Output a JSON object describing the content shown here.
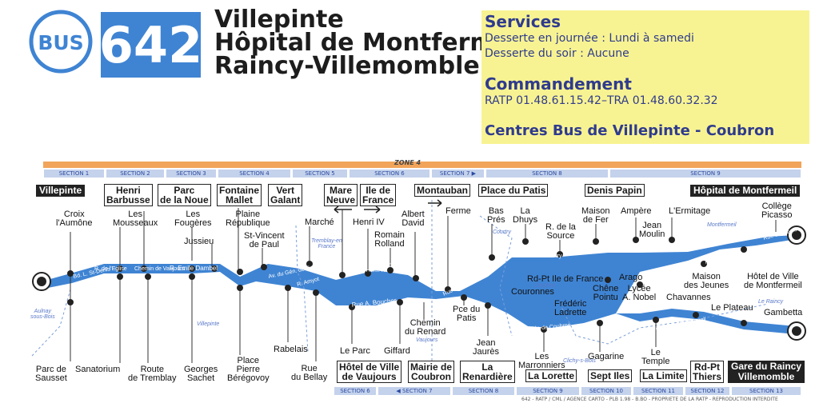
{
  "logo": "BUS",
  "line_number": "642",
  "destinations": [
    "Villepinte",
    "Hôpital de Montfermeil",
    "Raincy-Villemomble"
  ],
  "services": {
    "title": "Services",
    "day": "Desserte en journée : Lundi à samedi",
    "evening": "Desserte du soir : Aucune",
    "command_title": "Commandement",
    "phones": "RATP 01.48.61.15.42–TRA 01.48.60.32.32",
    "centres": "Centres Bus de Villepinte - Coubron"
  },
  "zone": "ZONE 4",
  "sections_top": [
    "SECTION 1",
    "SECTION 2",
    "SECTION 3",
    "SECTION 4",
    "SECTION 5",
    "SECTION 6",
    "SECTION 7 ▶",
    "SECTION 8",
    "SECTION 9"
  ],
  "sections_bottom": [
    "SECTION 6",
    "◀ SECTION 7",
    "SECTION 8",
    "SECTION 9",
    "SECTION 10",
    "SECTION 11",
    "SECTION 12",
    "SECTION 13"
  ],
  "stops_top_boxed": {
    "villepinte": "Villepinte",
    "henri_barbusse": "Henri\nBarbusse",
    "parc_noue": "Parc\nde la Noue",
    "fontaine_mallet": "Fontaine\nMallet",
    "vert_galant": "Vert\nGalant",
    "mare_neuve": "Mare\nNeuve",
    "ile_france": "Ile de\nFrance",
    "montauban": "Montauban",
    "place_patis": "Place du Patis",
    "denis_papin": "Denis Papin",
    "hopital": "Hôpital de Montfermeil"
  },
  "stops_top_labels": {
    "croix_aumone": "Croix\nl'Aumône",
    "les_mousseaux": "Les\nMousseaux",
    "les_fougeres": "Les\nFougères",
    "jussieu": "Jussieu",
    "plaine_republique": "Plaine\nRépublique",
    "st_vincent": "St-Vincent\nde Paul",
    "marche": "Marché",
    "henri_iv": "Henri IV",
    "romain_rolland": "Romain\nRolland",
    "albert_david": "Albert\nDavid",
    "ferme": "Ferme",
    "bas_pres": "Bas\nPrés",
    "la_dhuys": "La\nDhuys",
    "r_source": "R. de la\nSource",
    "maison_fer": "Maison\nde Fer",
    "ampere": "Ampère",
    "jean_moulin": "Jean\nMoulin",
    "ermitage": "L'Ermitage",
    "college_picasso": "Collège\nPicasso"
  },
  "stops_bottom_labels": {
    "parc_sausset": "Parc de\nSausset",
    "sanatorium": "Sanatorium",
    "route_tremblay": "Route\nde Tremblay",
    "georges_sachet": "Georges\nSachet",
    "place_beregovoy": "Place\nPierre\nBérégovoy",
    "rabelais": "Rabelais",
    "rue_bellay": "Rue\ndu Bellay",
    "le_parc": "Le Parc",
    "giffard": "Giffard",
    "chemin_renard": "Chemin\ndu Renard",
    "pce_patis": "Pce du\nPatis",
    "jean_jaures": "Jean\nJaurès",
    "les_marronniers": "Les\nMarronniers",
    "gagarine": "Gagarine",
    "le_temple": "Le\nTemple",
    "rdpt_ile_france": "Rd-Pt Ile de France",
    "couronnes": "Couronnes",
    "chene_pointu": "Chêne\nPointu",
    "lycee_nobel": "Lycée\nA. Nobel",
    "arago": "Arago",
    "chavannes": "Chavannes",
    "le_plateau": "Le Plateau",
    "gambetta": "Gambetta",
    "frederic_ladrette": "Frédéric\nLadrette",
    "maison_jeunes": "Maison\ndes Jeunes",
    "hotel_ville_montfermeil": "Hôtel de Ville\nde Montfermeil"
  },
  "stops_bottom_boxed": {
    "hotel_ville_vaujours": "Hôtel de Ville\nde Vaujours",
    "mairie_coubron": "Mairie de\nCoubron",
    "la_renardiere": "La\nRenardière",
    "la_lorette": "La Lorette",
    "sept_iles": "Sept Iles",
    "la_limite": "La Limite",
    "rdpt_thiers": "Rd-Pt\nThiers",
    "gare_raincy": "Gare du Raincy\nVillemomble"
  },
  "streets": {
    "bd_st_denis": "Bd. L. St-Denis",
    "rue_eglise": "R. de l'Eglise",
    "chemin_vaujours": "Chemin de Vaujours",
    "emile_dambel": "R. Emile Dambel",
    "rue_amyot": "R. Amyot",
    "av_gen_gaulle": "Av. du Gén. de Gaulle",
    "rue_henri_iv": "Rue Henri IV",
    "r_rolland": "R. Rolland",
    "rue_boucher": "Rue A. Boucher",
    "rue_vaujours": "Rue de Vaujours",
    "rue_coutry": "Rue de Courtry",
    "allee_coubron": "Allée de Coubron",
    "avenue_montfermeil": "Allée de Montfermeil",
    "r_tuilerie": "R. de la Tuilerie",
    "rue_lavoir": "Rue du Lavoir",
    "r_gen_leclerc": "R. du Général Leclerc"
  },
  "towns": {
    "aulnay": "Aulnay\nsous-Bois",
    "villepinte": "Villepinte",
    "tremblay": "Tremblay-en\nFrance",
    "vaujours": "Vaujours",
    "courtry": "Courtry",
    "coubron": "Coubron",
    "montfermeil": "Montfermeil",
    "clichy": "Clichy-s-Bois",
    "le_raincy": "Le Raincy"
  },
  "credit": "642 - RATP / CML / AGENCE CARTO - PLB 1.98 - B.BO - PROPRIETE DE LA RATP - REPRODUCTION INTERDITE",
  "colors": {
    "route": "#3f84d3",
    "zone": "#f1a45a",
    "services_bg": "#f8f392",
    "services_text": "#2f3b8e",
    "section_bg": "#c4d2ec"
  }
}
